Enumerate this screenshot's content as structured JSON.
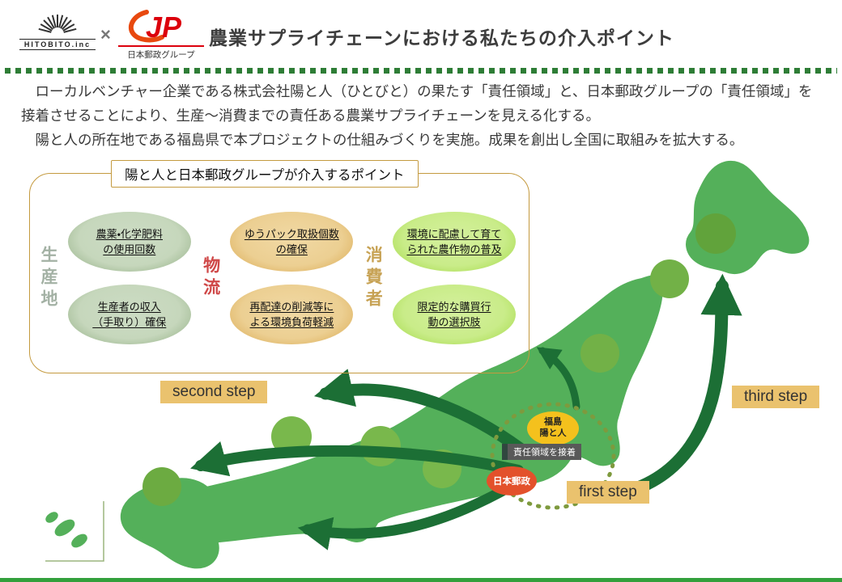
{
  "header": {
    "hitobito_logo_text": "HITOBITO.inc",
    "cross": "×",
    "jp_mark": "JP",
    "jp_subtext": "日本郵政グループ",
    "title": "農業サプライチェーンにおける私たちの介入ポイント"
  },
  "intro": {
    "paragraph1": "　ローカルベンチャー企業である株式会社陽と人（ひとびと）の果たす「責任領域」と、日本郵政グループの「責任領域」を接着させることにより、生産～消費までの責任ある農業サプライチェーンを見える化する。",
    "paragraph2": "　陽と人の所在地である福島県で本プロジェクトの仕組みづくりを実施。成果を創出し全国に取組みを拡大する。"
  },
  "panel": {
    "title": "陽と人と日本郵政グループが介入するポイント",
    "groups": [
      {
        "label": "生産地",
        "items": [
          "農薬・化学肥料\nの使用回数",
          "生産者の収入\n（手取り）確保"
        ]
      },
      {
        "label": "物流",
        "items": [
          "ゆうパック取扱個数\nの確保",
          "再配達の削減等に\nよる環境負荷軽減"
        ]
      },
      {
        "label": "消費者",
        "items": [
          "環境に配慮して育て\nられた農作物の普及",
          "限定的な購買行\n動の選択肢"
        ]
      }
    ]
  },
  "map": {
    "steps": {
      "first": "first step",
      "second": "second step",
      "third": "third step"
    },
    "fukushima": {
      "hitobito": "福島\n陽と人",
      "bond": "責任領域を接着",
      "japanpost": "日本郵政"
    }
  },
  "colors": {
    "map_green": "#54b05a",
    "arrow_green": "#1c6f35",
    "panel_border_gold": "#c49a3f",
    "step_label_bg": "#eac26e",
    "jp_red": "#dc000c",
    "fukushima_yellow": "#f4c11d",
    "japanpost_orange": "#e3512b",
    "divider_green": "#2e7d36"
  }
}
